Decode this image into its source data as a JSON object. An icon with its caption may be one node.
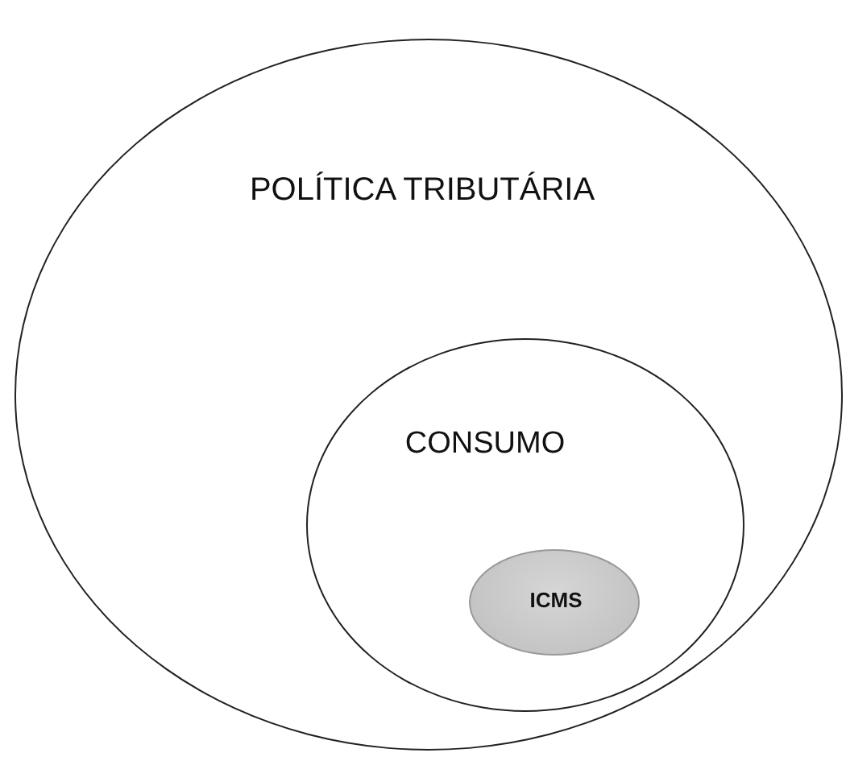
{
  "diagram": {
    "nodes": [
      {
        "text": [
          "POLÍTICA TRIBUTÁRIA"
        ]
      },
      {
        "text": [
          "CONSUMO"
        ],
        "in": 0
      },
      {
        "text": [
          "ICMS"
        ],
        "in": 1
      }
    ]
  }
}
